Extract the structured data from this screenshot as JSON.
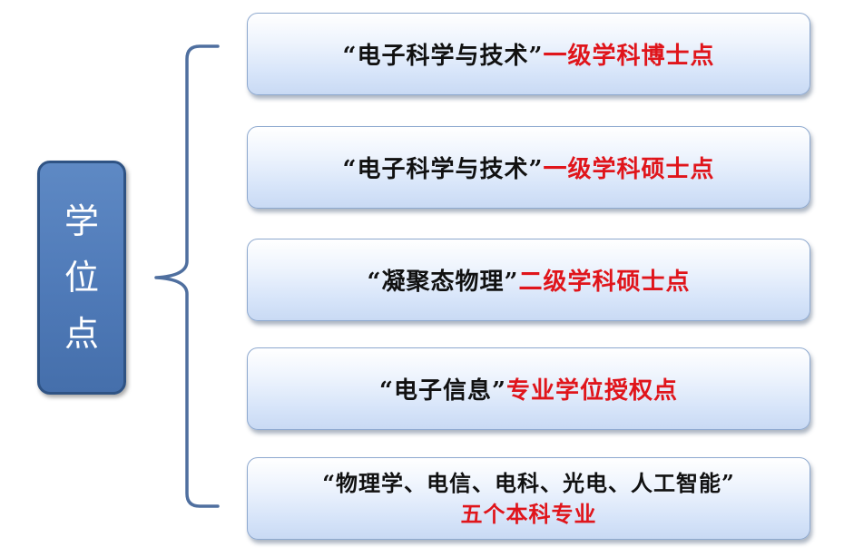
{
  "root": {
    "chars": [
      "学",
      "位",
      "点"
    ]
  },
  "items": [
    {
      "black": "“电子科学与技术”",
      "red": "一级学科博士点"
    },
    {
      "black": "“电子科学与技术”",
      "red": "一级学科硕士点"
    },
    {
      "black": "“凝聚态物理”",
      "red": "二级学科硕士点"
    },
    {
      "black": "“电子信息”",
      "red": "专业学位授权点"
    },
    {
      "black": "“物理学、电信、电科、光电、人工智能”",
      "red": "五个本科专业"
    }
  ],
  "colors": {
    "root_fill": "#4f7ab8",
    "bracket": "#4f6f9f",
    "highlight_text": "#e0151b",
    "box_fill": "#dbe7f8"
  }
}
